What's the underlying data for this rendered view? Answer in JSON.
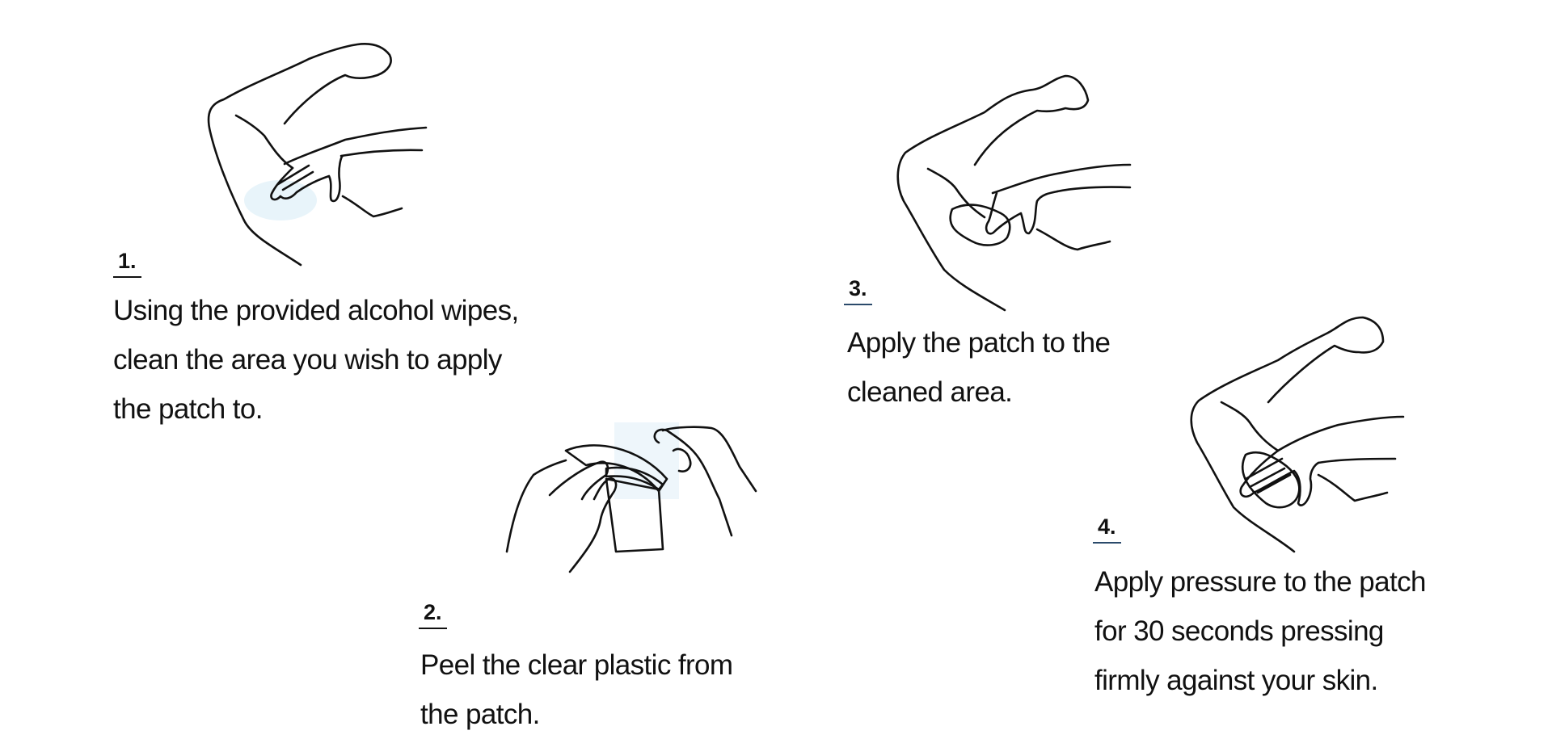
{
  "steps": [
    {
      "number": "1.",
      "lines": [
        "Using the provided alcohol wipes,",
        "clean the area you wish to apply",
        "the patch to."
      ]
    },
    {
      "number": "2.",
      "lines": [
        "Peel the clear plastic from",
        "the patch."
      ]
    },
    {
      "number": "3.",
      "lines": [
        "Apply the patch to the",
        "cleaned area."
      ]
    },
    {
      "number": "4.",
      "lines": [
        "Apply pressure to the patch",
        "for 30 seconds pressing",
        "firmly against your skin."
      ]
    }
  ],
  "colors": {
    "patch": "#f7c51e",
    "patch_light": "#fbe58a",
    "underline_blue": "#2b4a6b"
  }
}
